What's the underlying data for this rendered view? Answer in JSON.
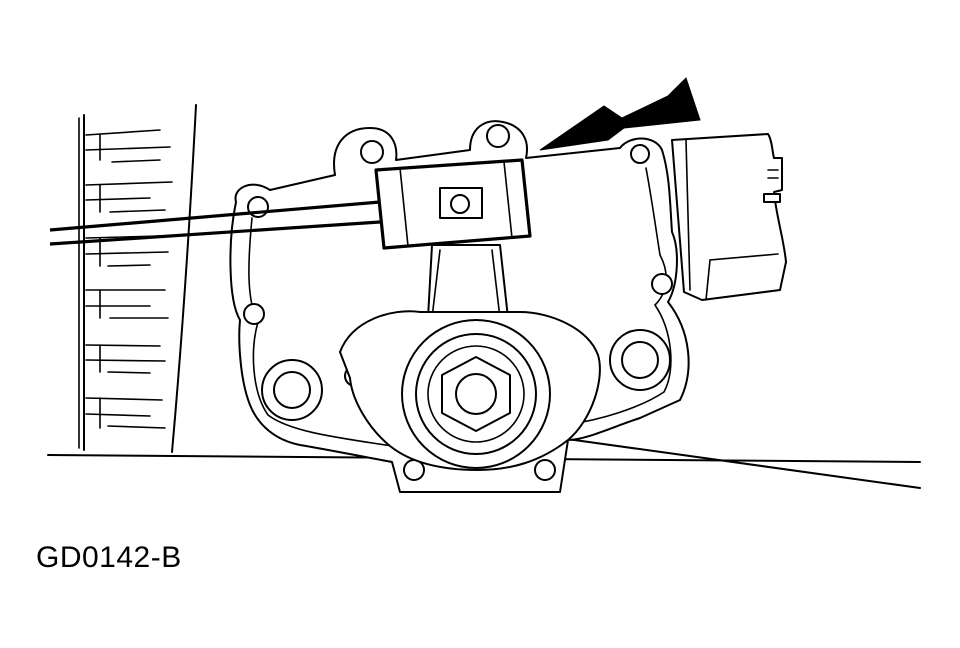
{
  "figure": {
    "code": "GD0142-B"
  },
  "parts": [
    "transmission-case",
    "manual-lever-position-sensor",
    "electrical-connector",
    "manual-lever-shaft-nut",
    "alignment-tool",
    "indicator-arrow"
  ]
}
